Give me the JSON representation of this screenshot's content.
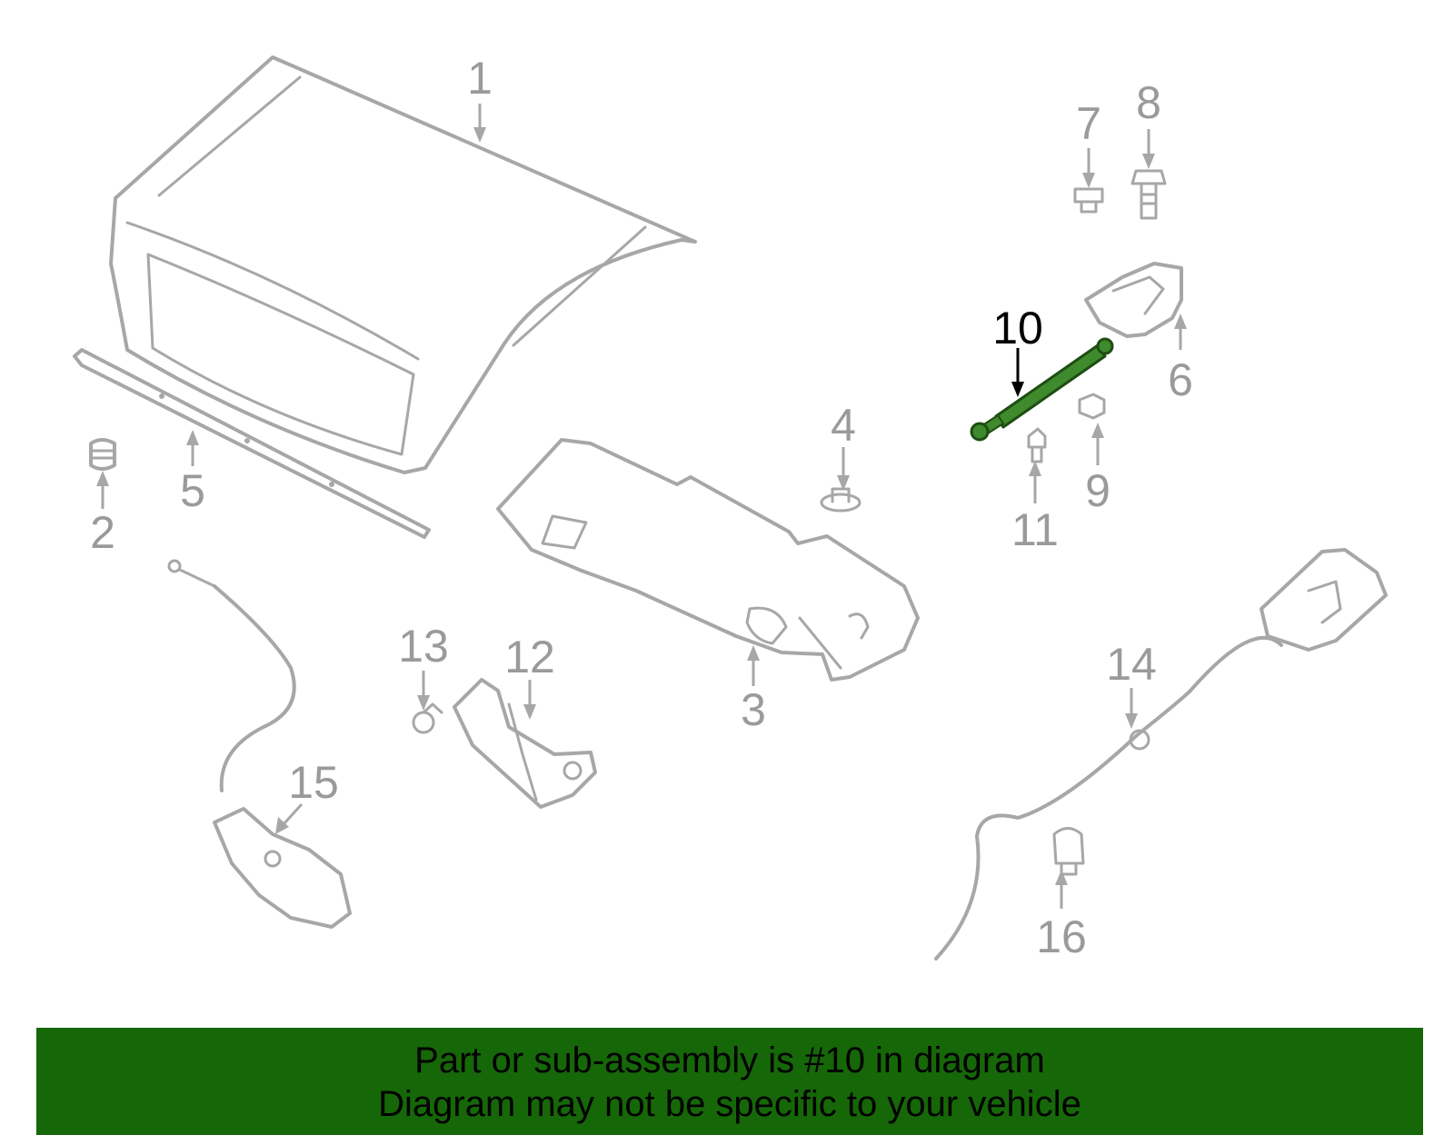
{
  "diagram": {
    "highlight_color": "#166708",
    "highlighted_part": "10",
    "callouts": [
      "1",
      "2",
      "3",
      "4",
      "5",
      "6",
      "7",
      "8",
      "9",
      "10",
      "11",
      "12",
      "13",
      "14",
      "15",
      "16"
    ]
  },
  "footer": {
    "line1": "Part or sub-assembly is #10 in diagram",
    "line2": "Diagram may not be specific to your vehicle",
    "background": "#166708"
  }
}
